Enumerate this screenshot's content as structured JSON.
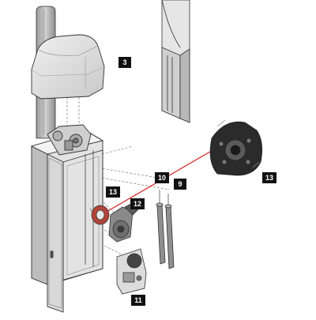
{
  "callouts": {
    "cover": "3",
    "spring_disc_detail": "13",
    "spring_disc_main": "13",
    "tension_rod_a": "10",
    "tension_rod_b": "9",
    "gear_motor": "12",
    "control_board": "11"
  },
  "colors": {
    "line": "#333333",
    "metal_light": "#d9d9d9",
    "metal_mid": "#b5b5b5",
    "metal_dark": "#7a7a7a",
    "disc_dark": "#2b2b2b",
    "copper": "#b0443a",
    "leader_red": "#d62020",
    "callout_bg": "#111111"
  }
}
